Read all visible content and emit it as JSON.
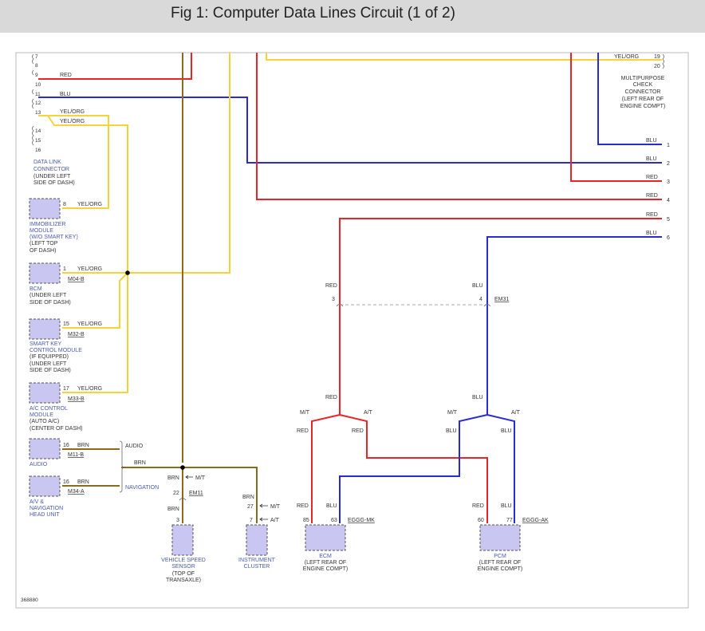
{
  "title": "Fig 1: Computer Data Lines Circuit (1 of 2)",
  "figure_id": "368880",
  "colors": {
    "red": "#e8262a",
    "blu": "#2b2bd6",
    "yelorg": "#f5d33a",
    "brn": "#8a6a1c",
    "module_fill": "#c9c6f2",
    "label_blue": "#4a5ab0"
  },
  "dlc_pins": [
    "7",
    "8",
    "9",
    "10",
    "11",
    "12",
    "13",
    "14",
    "15",
    "16"
  ],
  "wire_labels": {
    "red": "RED",
    "blu": "BLU",
    "yelorg": "YEL/ORG",
    "brn": "BRN"
  },
  "dlc": {
    "l1": "DATA LINK",
    "l2": "CONNECTOR",
    "l3": "(UNDER LEFT",
    "l4": "SIDE OF DASH)"
  },
  "mpc": {
    "pin19": "19",
    "pin20": "20",
    "l1": "MULTIPURPOSE",
    "l2": "CHECK",
    "l3": "CONNECTOR",
    "l4": "(LEFT REAR OF",
    "l5": "ENGINE COMPT)"
  },
  "right_pins": [
    "1",
    "2",
    "3",
    "4",
    "5",
    "6"
  ],
  "immobilizer": {
    "pin": "8",
    "l1": "IMMOBILIZER",
    "l2": "MODULE",
    "l3": "(W/O SMART KEY)",
    "l4": "(LEFT TOP",
    "l5": "OF DASH)"
  },
  "bcm": {
    "pin": "1",
    "conn": "M04-B",
    "l1": "BCM",
    "l2": "(UNDER LEFT",
    "l3": "SIDE OF DASH)"
  },
  "smartkey": {
    "pin": "15",
    "conn": "M32-B",
    "l1": "SMART KEY",
    "l2": "CONTROL MODULE",
    "l3": "(IF EQUIPPED)",
    "l4": "(UNDER LEFT",
    "l5": "SIDE OF DASH)"
  },
  "ac": {
    "pin": "17",
    "conn": "M33-B",
    "l1": "A/C CONTROL",
    "l2": "MODULE",
    "l3": "(AUTO A/C)",
    "l4": "(CENTER OF DASH)"
  },
  "audio": {
    "pin": "16",
    "conn": "M11-B",
    "label": "AUDIO",
    "bracket": "AUDIO"
  },
  "avn": {
    "pin": "16",
    "conn": "M34-A",
    "l1": "A/V &",
    "l2": "NAVIGATION",
    "l3": "HEAD UNIT",
    "bracket": "NAVIGATION"
  },
  "em11": {
    "pin": "22",
    "conn": "EM11"
  },
  "vss": {
    "pin": "3",
    "l1": "VEHICLE SPEED",
    "l2": "SENSOR",
    "l3": "(TOP OF",
    "l4": "TRANSAXLE)"
  },
  "cluster": {
    "pin27": "27",
    "pin7": "7",
    "l1": "INSTRUMENT",
    "l2": "CLUSTER"
  },
  "trans": {
    "mt": "M/T",
    "at": "A/T"
  },
  "em31": {
    "pin3": "3",
    "pin4": "4",
    "conn": "EM31"
  },
  "ecm": {
    "pin85": "85",
    "pin63": "63",
    "conn": "EGGG-MK",
    "l1": "ECM",
    "l2": "(LEFT REAR OF",
    "l3": "ENGINE COMPT)"
  },
  "pcm": {
    "pin60": "60",
    "pin77": "77",
    "conn": "EGGG-AK",
    "l1": "PCM",
    "l2": "(LEFT REAR OF",
    "l3": "ENGINE COMPT)"
  }
}
